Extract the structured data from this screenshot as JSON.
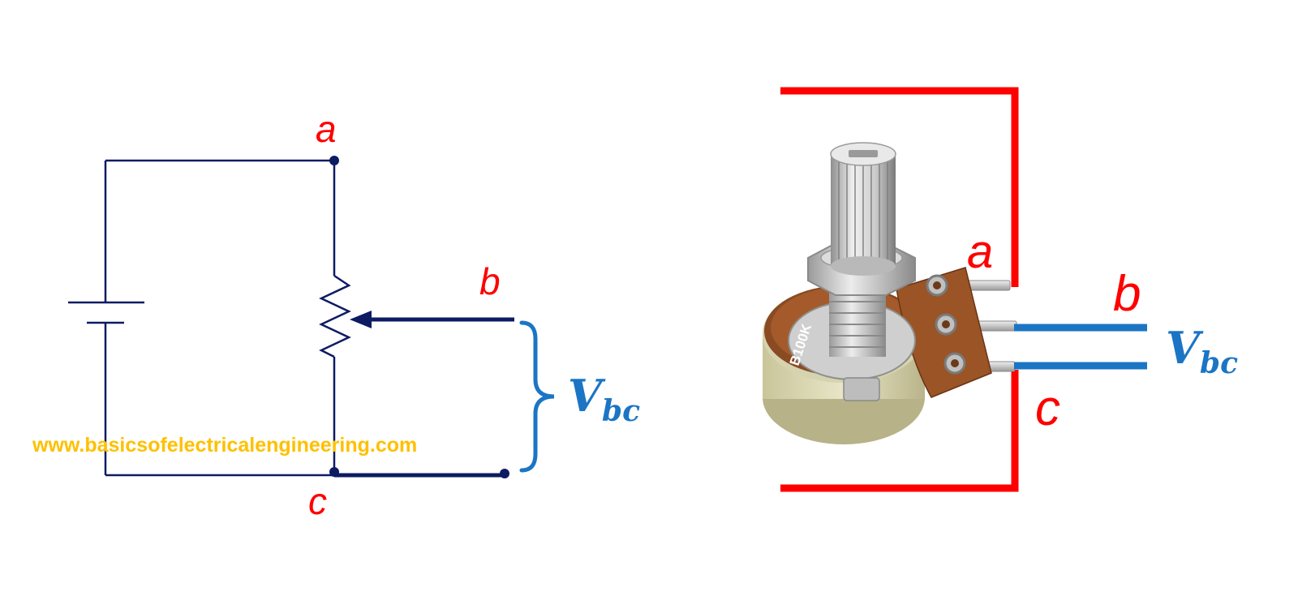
{
  "colors": {
    "circuit": "#0d1b63",
    "label_red": "#ff0000",
    "label_blue": "#1b75c4",
    "watermark": "#ffc000"
  },
  "circuit": {
    "label_a": "a",
    "label_b": "b",
    "label_c": "c",
    "vbc_main": "V",
    "vbc_sub": "bc",
    "watermark": "www.basicsofelectricalengineering.com"
  },
  "photo": {
    "label_a": "a",
    "label_b": "b",
    "label_c": "c",
    "vbc_main": "V",
    "vbc_sub": "bc",
    "marking": "B100K"
  }
}
